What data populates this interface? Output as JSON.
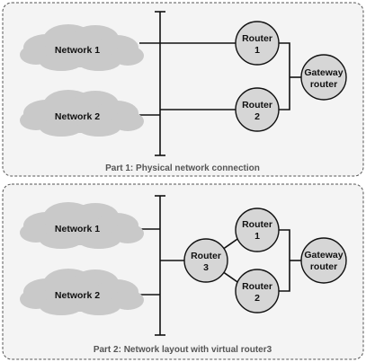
{
  "part1": {
    "caption": "Part 1: Physical network connection",
    "network1": "Network 1",
    "network2": "Network 2",
    "router1": [
      "Router",
      "1"
    ],
    "router2": [
      "Router",
      "2"
    ],
    "gateway": [
      "Gateway",
      "router"
    ]
  },
  "part2": {
    "caption": "Part 2: Network layout with virtual router3",
    "network1": "Network 1",
    "network2": "Network 2",
    "router3": [
      "Router",
      "3"
    ],
    "router1": [
      "Router",
      "1"
    ],
    "router2": [
      "Router",
      "2"
    ],
    "gateway": [
      "Gateway",
      "router"
    ]
  },
  "colors": {
    "cloud": "#c9c9c9",
    "router_fill": "#d6d6d6",
    "panel_fill": "#f4f4f4",
    "caption": "#555555"
  }
}
